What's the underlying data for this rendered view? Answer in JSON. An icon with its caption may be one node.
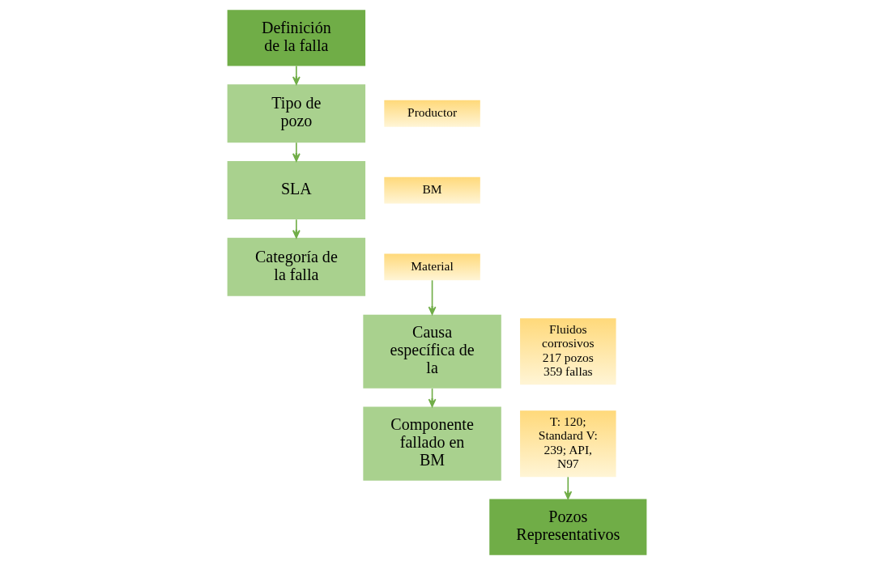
{
  "diagram": {
    "nodes": [
      {
        "text": [
          "Definición de la falla"
        ]
      },
      {
        "text": [
          "Tipo de pozo"
        ]
      },
      {
        "text": [
          "Productor"
        ]
      },
      {
        "text": [
          "SLA"
        ]
      },
      {
        "text": [
          "BM"
        ]
      },
      {
        "text": [
          "Categoría de la falla"
        ]
      },
      {
        "text": [
          "Material"
        ]
      },
      {
        "text": [
          "Causa específica de la"
        ]
      },
      {
        "text": [
          "Fluidos corrosivos 217 pozos 359 fallas"
        ]
      },
      {
        "text": [
          "Componente fallado en BM"
        ]
      },
      {
        "text": [
          "T: 120; Standard V: 239; API, N97"
        ]
      },
      {
        "text": [
          "Pozos Representativos"
        ]
      }
    ],
    "edges": [
      {
        "from": 0,
        "to": 1,
        "arrow": "to"
      },
      {
        "from": 1,
        "to": 3,
        "arrow": "to"
      },
      {
        "from": 3,
        "to": 5,
        "arrow": "to"
      },
      {
        "from": 6,
        "to": 7,
        "arrow": "to"
      },
      {
        "from": 7,
        "to": 9,
        "arrow": "to"
      },
      {
        "from": 10,
        "to": 11,
        "arrow": "to"
      }
    ]
  }
}
